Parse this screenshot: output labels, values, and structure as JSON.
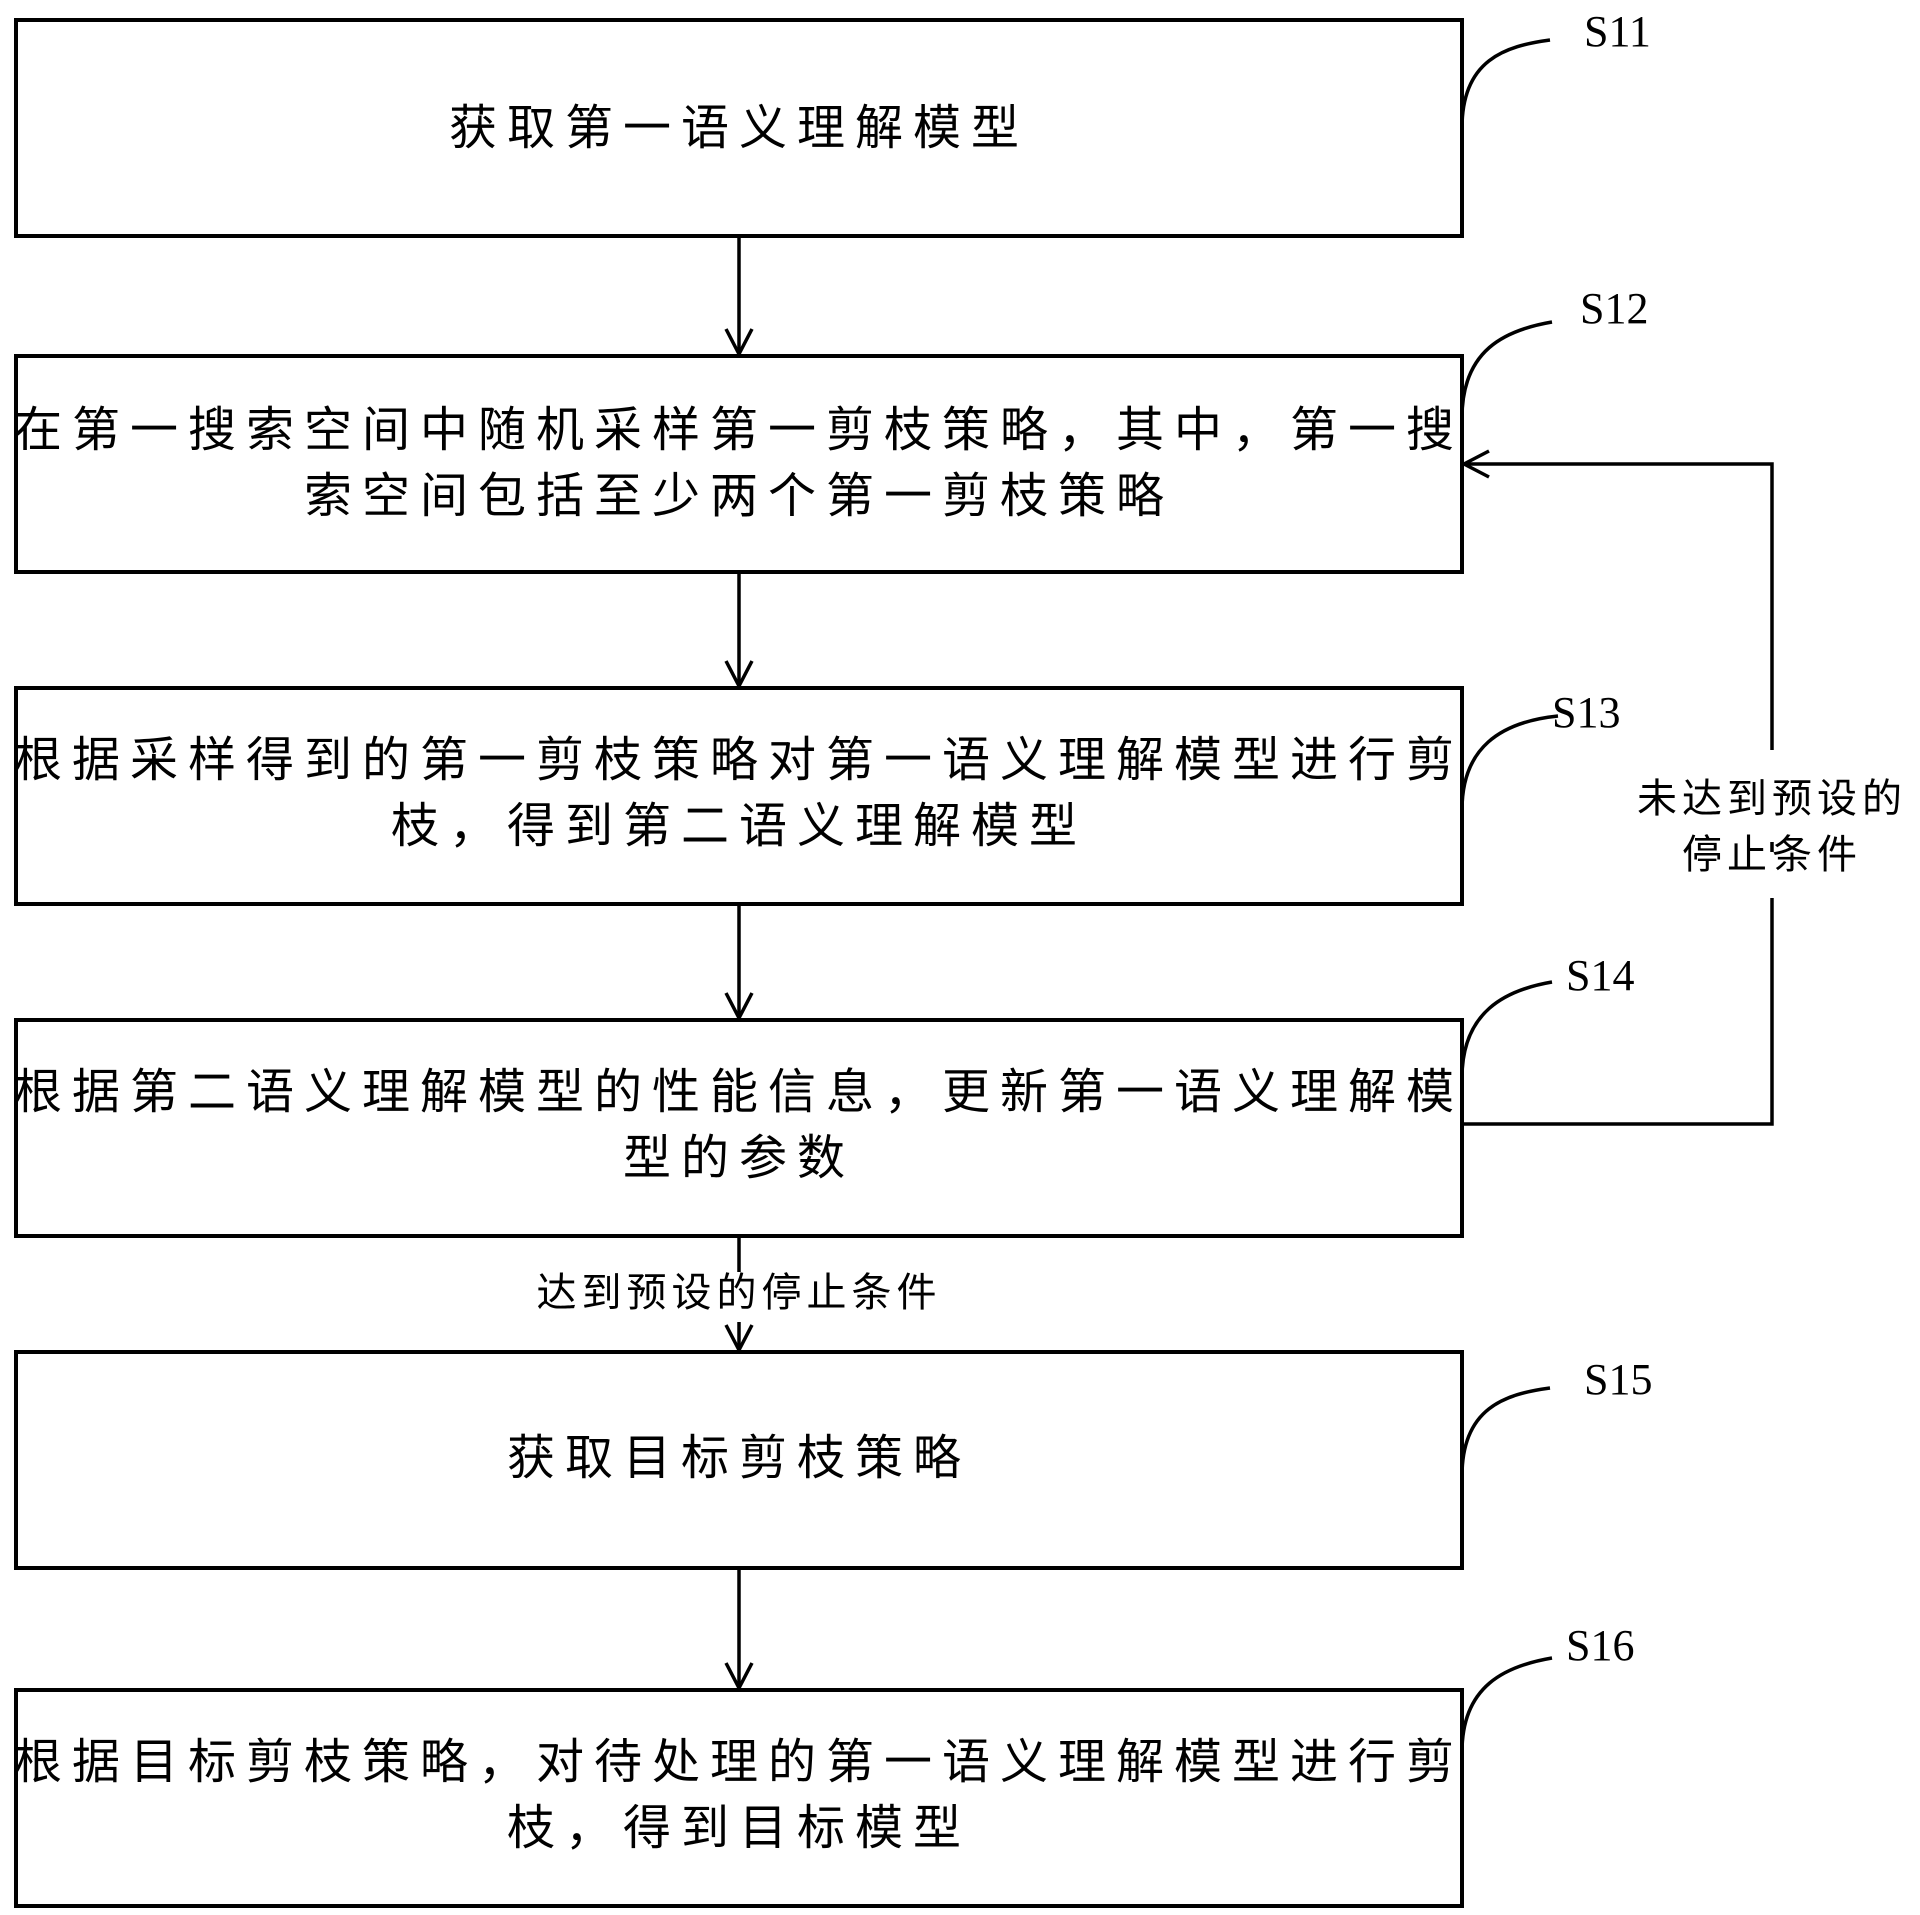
{
  "steps": [
    {
      "id": "S11",
      "lines": [
        "获取第一语义理解模型"
      ]
    },
    {
      "id": "S12",
      "lines": [
        "在第一搜索空间中随机采样第一剪枝策略，其中，第一搜",
        "索空间包括至少两个第一剪枝策略"
      ]
    },
    {
      "id": "S13",
      "lines": [
        "根据采样得到的第一剪枝策略对第一语义理解模型进行剪",
        "枝，得到第二语义理解模型"
      ]
    },
    {
      "id": "S14",
      "lines": [
        "根据第二语义理解模型的性能信息，更新第一语义理解模",
        "型的参数"
      ]
    },
    {
      "id": "S15",
      "lines": [
        "获取目标剪枝策略"
      ]
    },
    {
      "id": "S16",
      "lines": [
        "根据目标剪枝策略，对待处理的第一语义理解模型进行剪",
        "枝，得到目标模型"
      ]
    }
  ],
  "conditions": {
    "reached": "达到预设的停止条件",
    "not_reached": [
      "未达到预设的",
      "停止条件"
    ]
  }
}
